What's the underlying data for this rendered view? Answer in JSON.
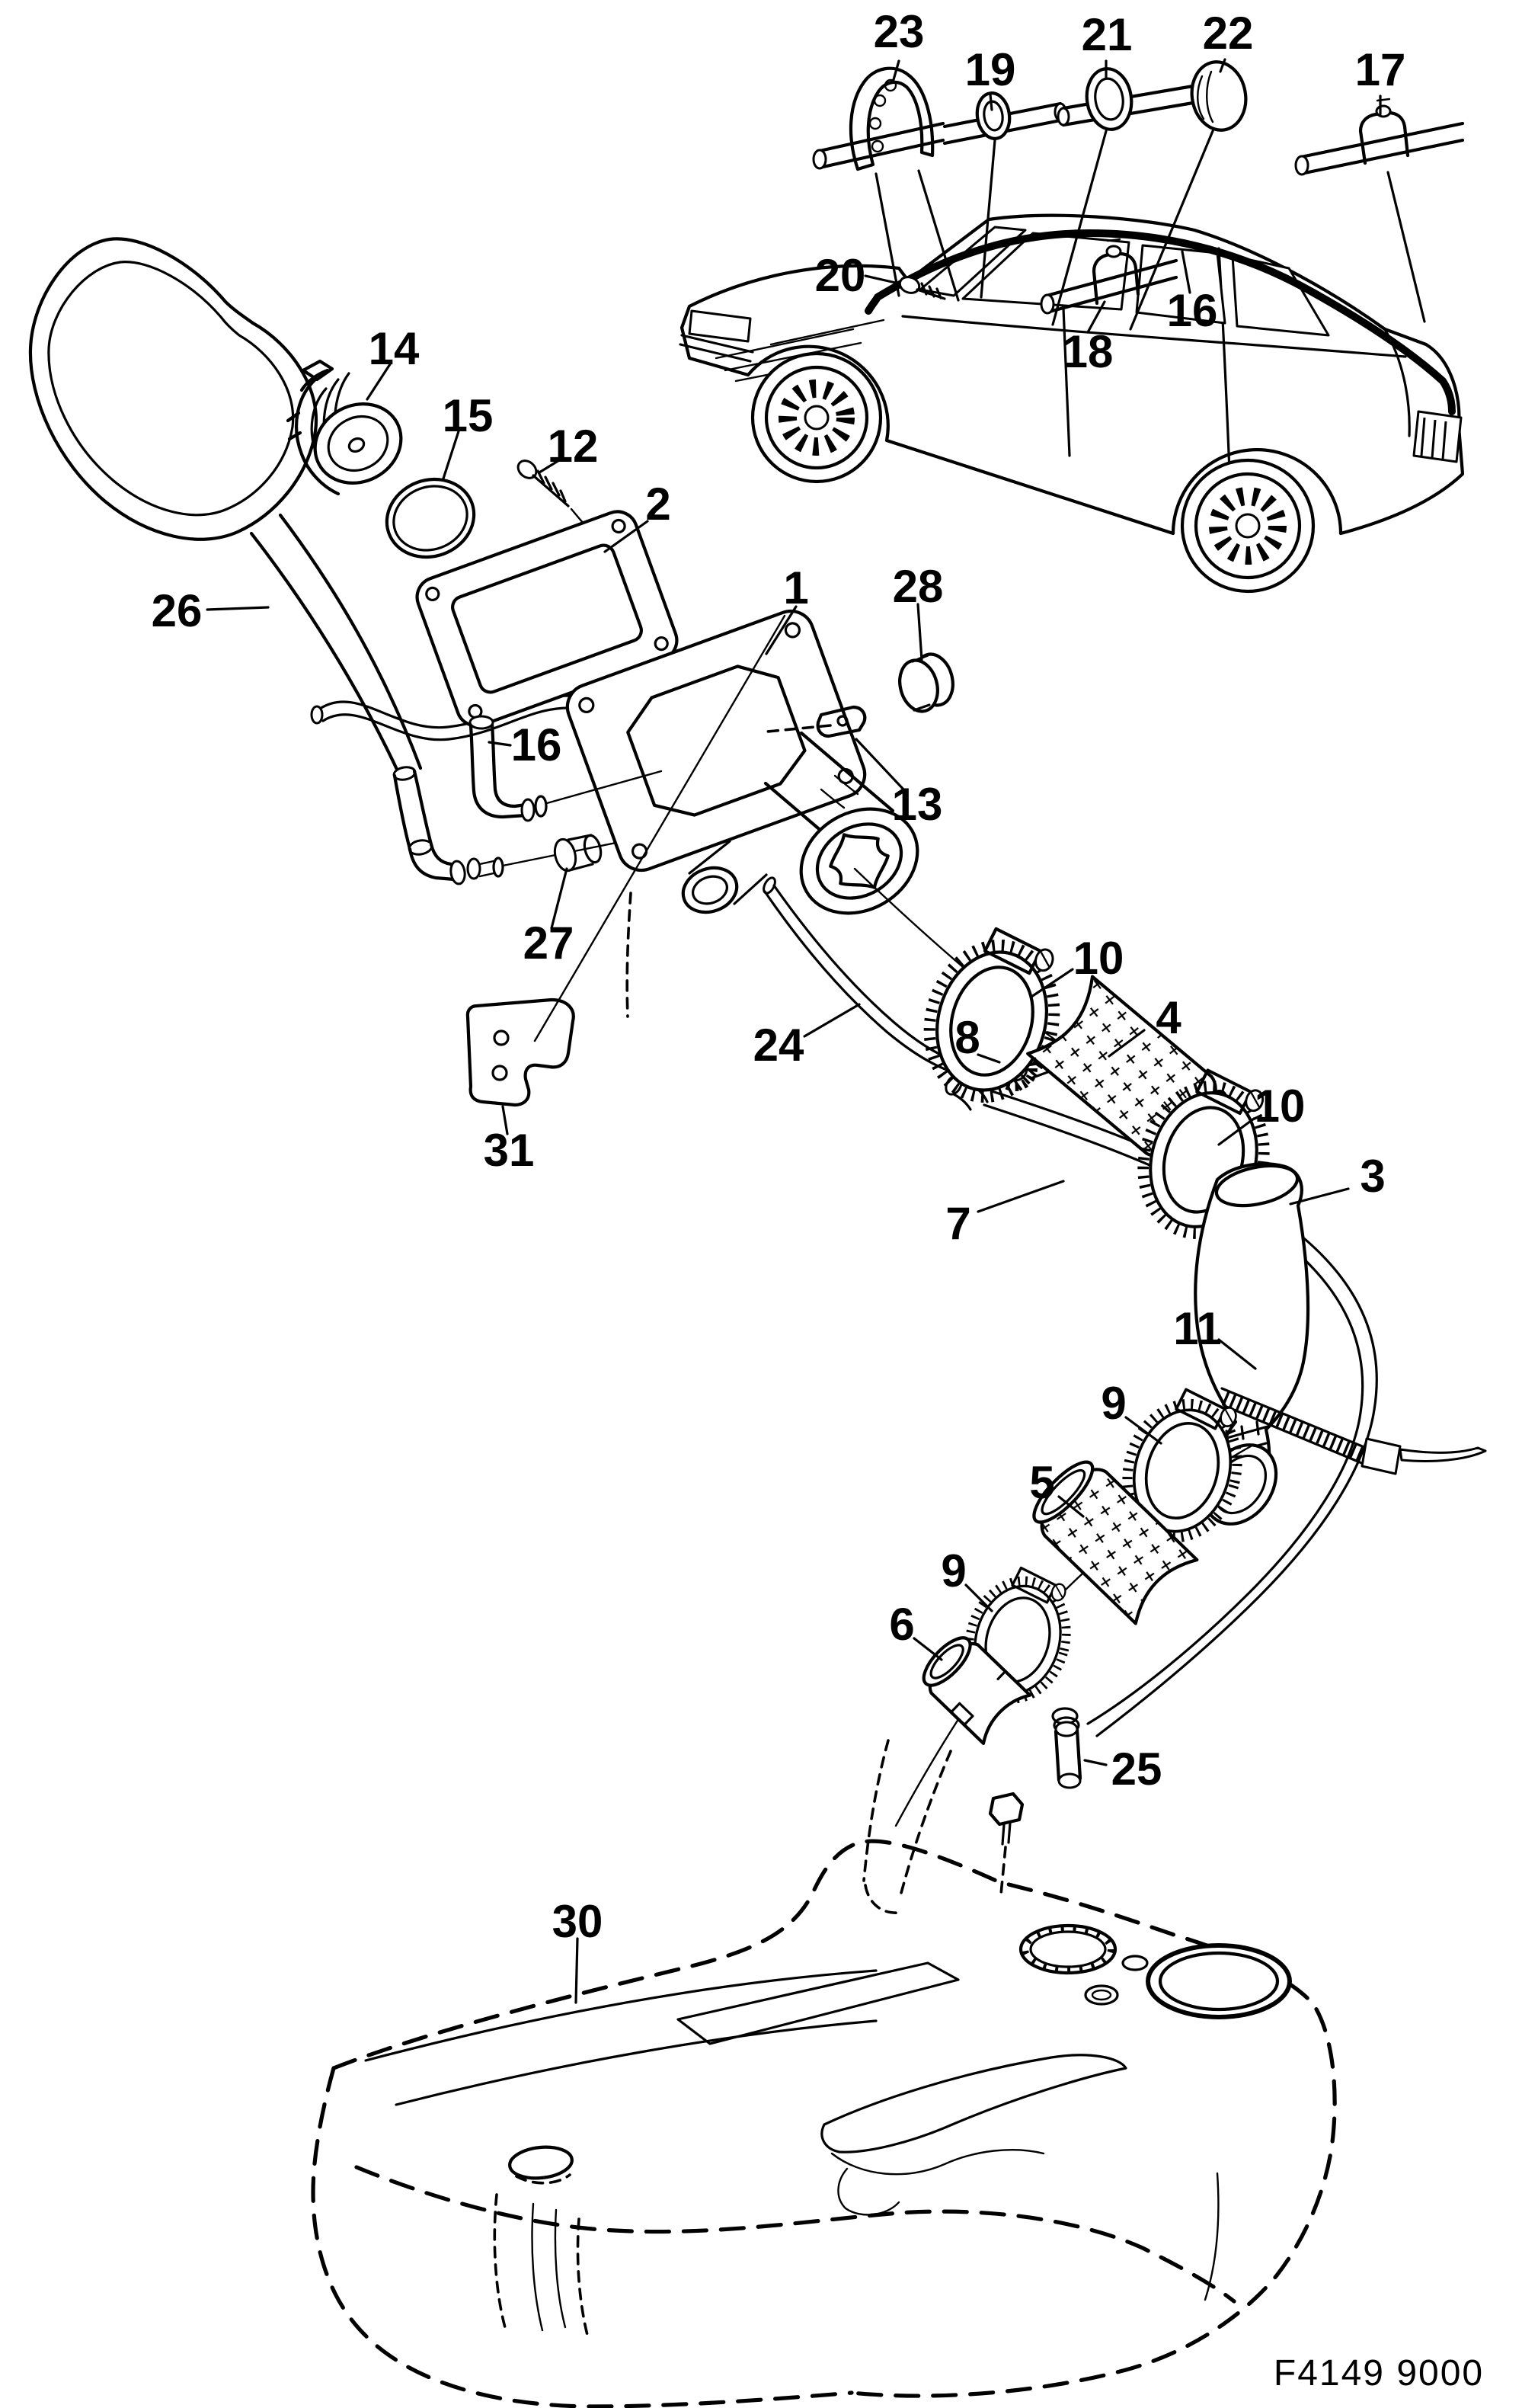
{
  "page": {
    "background": "#ffffff",
    "ink": "#000000"
  },
  "figure": {
    "footer_code": "F4149 9000"
  },
  "callouts": [
    {
      "id": "23",
      "label": "23"
    },
    {
      "id": "19",
      "label": "19"
    },
    {
      "id": "21",
      "label": "21"
    },
    {
      "id": "22",
      "label": "22"
    },
    {
      "id": "17",
      "label": "17"
    },
    {
      "id": "20",
      "label": "20"
    },
    {
      "id": "16-roof",
      "label": "16"
    },
    {
      "id": "18",
      "label": "18"
    },
    {
      "id": "14",
      "label": "14"
    },
    {
      "id": "15",
      "label": "15"
    },
    {
      "id": "12",
      "label": "12"
    },
    {
      "id": "2",
      "label": "2"
    },
    {
      "id": "26",
      "label": "26"
    },
    {
      "id": "1",
      "label": "1"
    },
    {
      "id": "28",
      "label": "28"
    },
    {
      "id": "13",
      "label": "13"
    },
    {
      "id": "16-hose",
      "label": "16"
    },
    {
      "id": "27",
      "label": "27"
    },
    {
      "id": "31",
      "label": "31"
    },
    {
      "id": "24",
      "label": "24"
    },
    {
      "id": "10-upper",
      "label": "10"
    },
    {
      "id": "4",
      "label": "4"
    },
    {
      "id": "8",
      "label": "8"
    },
    {
      "id": "10-lower",
      "label": "10"
    },
    {
      "id": "3",
      "label": "3"
    },
    {
      "id": "7",
      "label": "7"
    },
    {
      "id": "11",
      "label": "11"
    },
    {
      "id": "9-upper",
      "label": "9"
    },
    {
      "id": "5",
      "label": "5"
    },
    {
      "id": "9-lower",
      "label": "9"
    },
    {
      "id": "6",
      "label": "6"
    },
    {
      "id": "25",
      "label": "25"
    },
    {
      "id": "30",
      "label": "30"
    }
  ]
}
